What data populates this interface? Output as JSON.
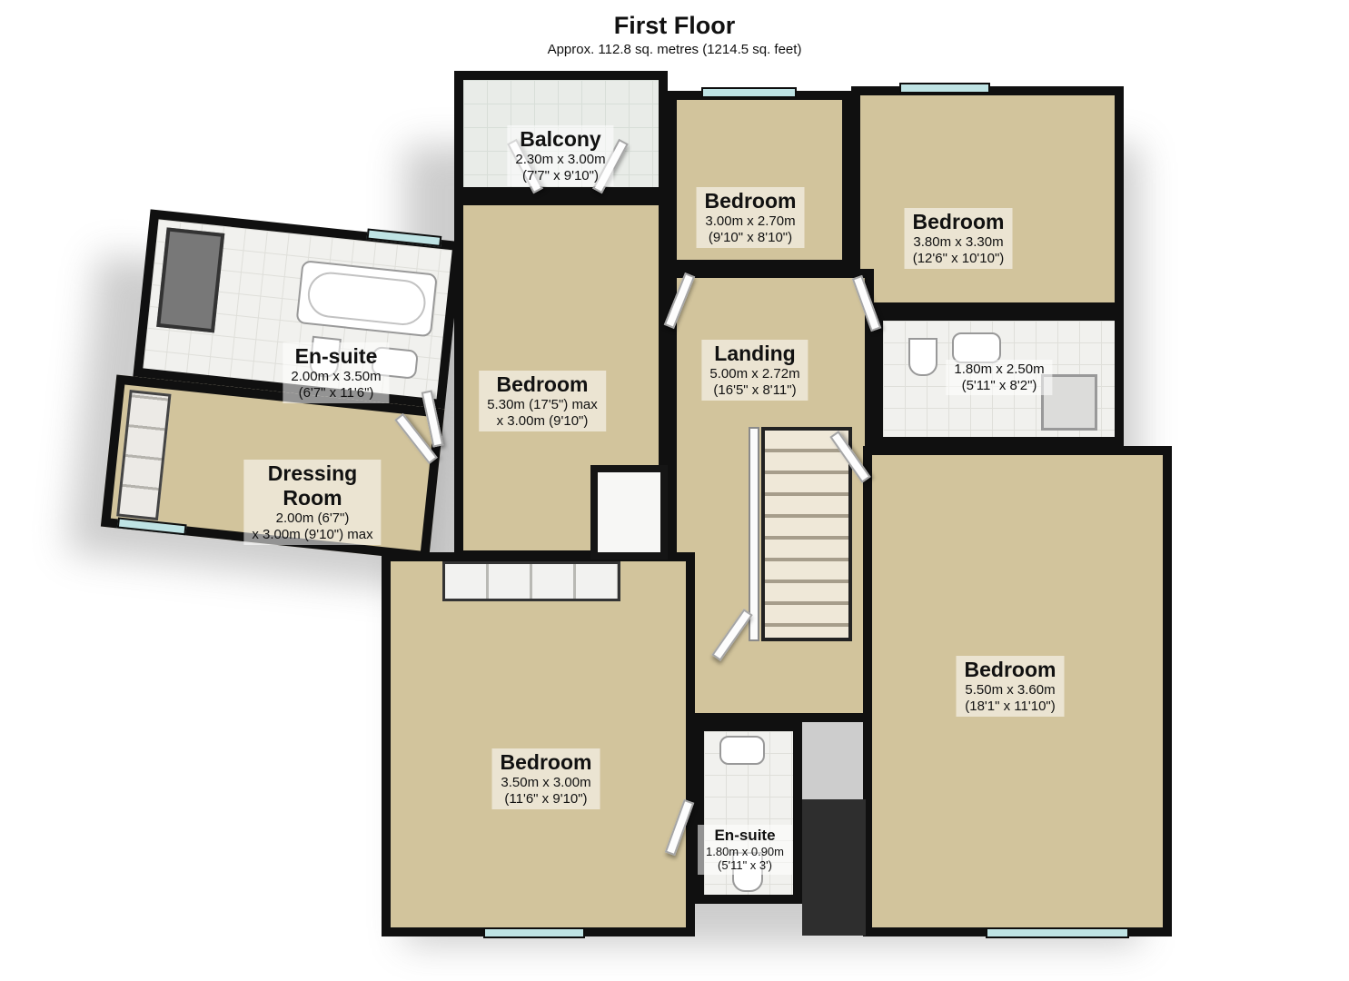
{
  "header": {
    "title": "First Floor",
    "subtitle": "Approx. 112.8 sq. metres (1214.5 sq. feet)"
  },
  "rooms": {
    "balcony": {
      "name": "Balcony",
      "line1": "2.30m x 3.00m",
      "line2": "(7'7\" x 9'10\")"
    },
    "bedroom_top_middle": {
      "name": "Bedroom",
      "line1": "3.00m x 2.70m",
      "line2": "(9'10\" x 8'10\")"
    },
    "bedroom_top_right": {
      "name": "Bedroom",
      "line1": "3.80m x 3.30m",
      "line2": "(12'6\" x 10'10\")"
    },
    "ensuite_left": {
      "name": "En-suite",
      "line1": "2.00m x 3.50m",
      "line2": "(6'7\" x 11'6\")"
    },
    "bedroom_center": {
      "name": "Bedroom",
      "line1": "5.30m (17'5\") max",
      "line2": "x 3.00m (9'10\")"
    },
    "landing": {
      "name": "Landing",
      "line1": "5.00m x 2.72m",
      "line2": "(16'5\" x 8'11\")"
    },
    "bathroom_right": {
      "name": "",
      "line1": "1.80m x 2.50m",
      "line2": "(5'11\" x 8'2\")"
    },
    "dressing_room": {
      "name": "Dressing Room",
      "line1": "2.00m (6'7\")",
      "line2": "x 3.00m (9'10\") max"
    },
    "bedroom_bottom_left": {
      "name": "Bedroom",
      "line1": "3.50m x 3.00m",
      "line2": "(11'6\" x 9'10\")"
    },
    "bedroom_bottom_right": {
      "name": "Bedroom",
      "line1": "5.50m x 3.60m",
      "line2": "(18'1\" x 11'10\")"
    },
    "ensuite_bottom": {
      "name": "En-suite",
      "line1": "1.80m x 0.90m",
      "line2": "(5'11\" x 3')"
    }
  },
  "colors": {
    "wall": "#101010",
    "carpet": "#d2c49c",
    "tile": "#f1f1ee",
    "window": "#bfe3e4"
  }
}
